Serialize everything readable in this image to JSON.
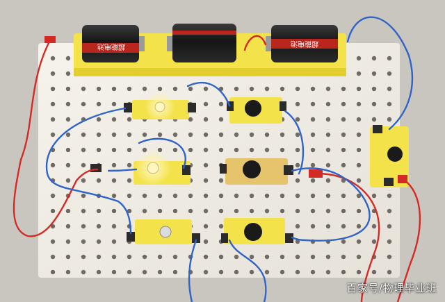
{
  "photo": {
    "subject": "physics circuit experiment board",
    "battery_label": "超能电池",
    "watermark": "百家号/物理毕业班"
  },
  "colors": {
    "wall": "#c9c6bf",
    "board": "#f1eee7",
    "hole": "#6f6a63",
    "holder": "#f3e24a",
    "battery": "#1d1d1d",
    "battery_band": "#b8261e",
    "wire_blue": "#2f63c8",
    "wire_red": "#d32a26",
    "lamp_glow": "#fff6c2"
  },
  "icons": {
    "lamp": "bulb-icon",
    "switch": "knob-icon",
    "battery": "battery-icon"
  }
}
